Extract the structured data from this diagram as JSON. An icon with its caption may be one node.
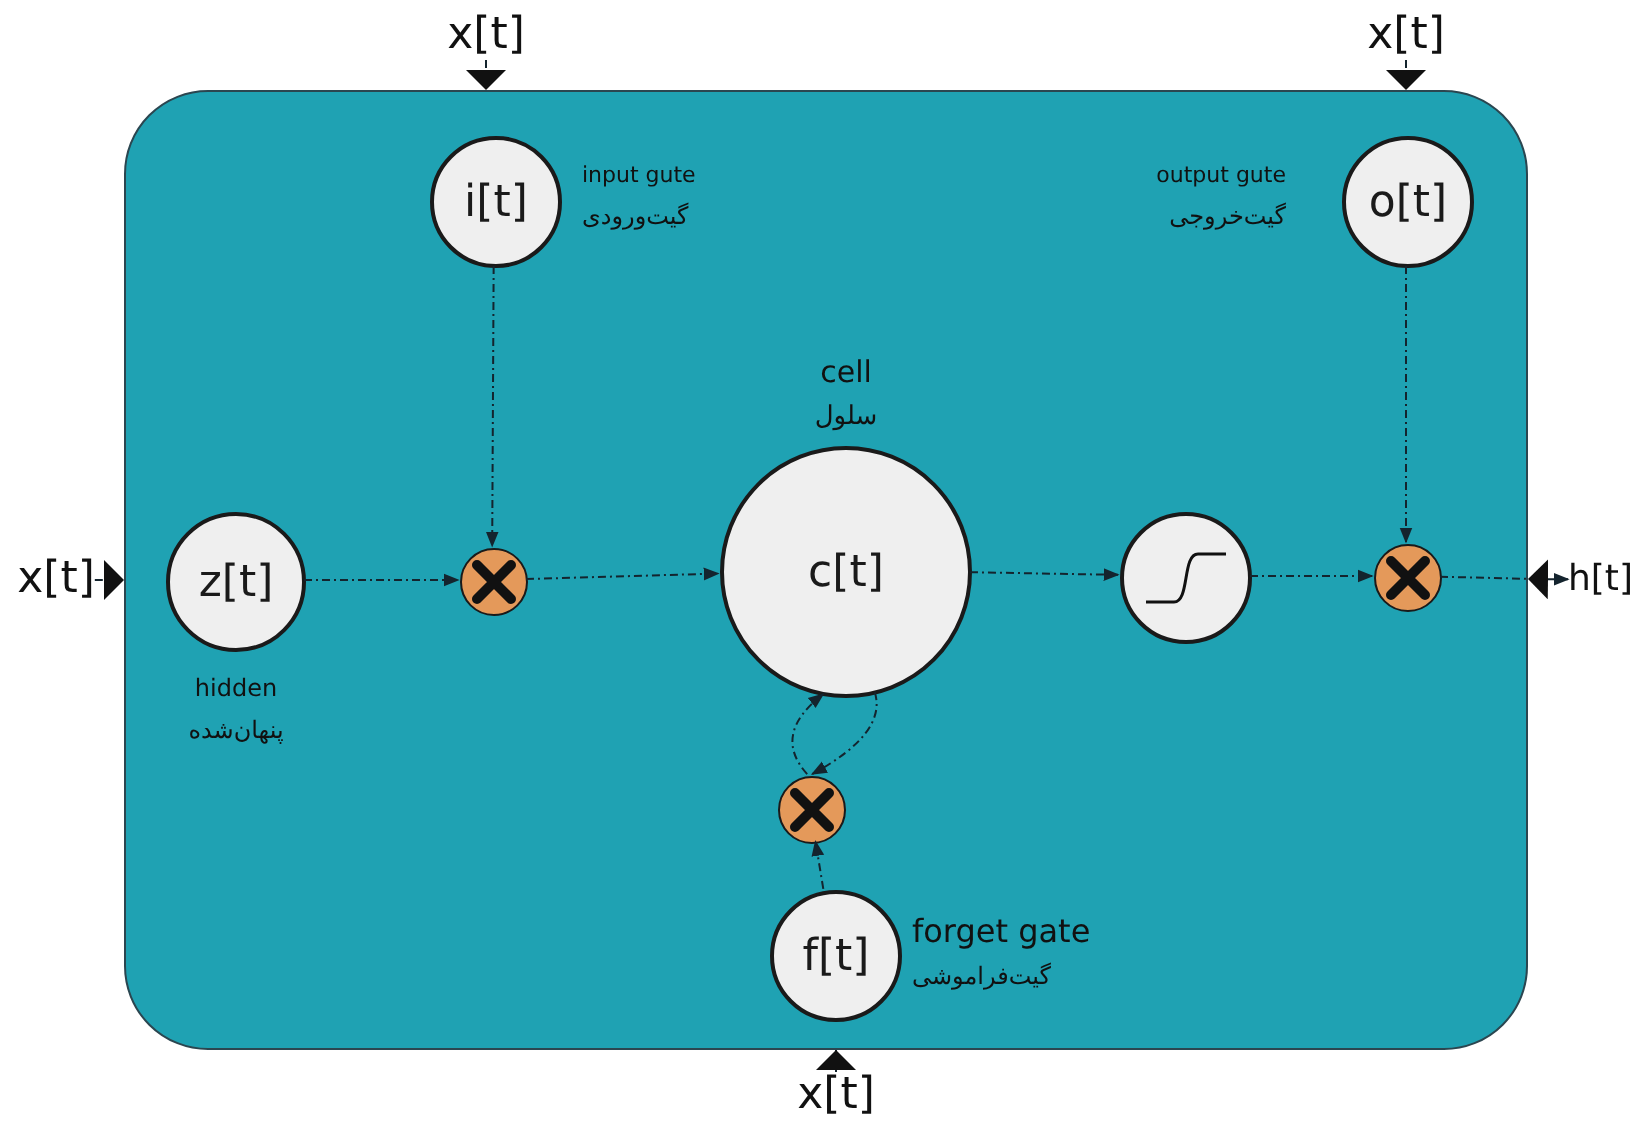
{
  "diagram": {
    "nodes": [
      {
        "text": [],
        "shape": "box"
      },
      {
        "text": [
          "x[t]"
        ]
      },
      {
        "text": [
          "x[t]"
        ]
      },
      {
        "text": [
          "i[t]"
        ],
        "beside": [
          "input gute",
          "گیت‌ورودی"
        ],
        "in": 0
      },
      {
        "text": [
          "o[t]"
        ],
        "beside": [
          "output gute",
          "گیت‌خروجی"
        ],
        "in": 0
      },
      {
        "text": [
          "c[t]"
        ],
        "beside": [
          "cell",
          "سلول"
        ],
        "in": 0
      },
      {
        "text": [
          "x[t]"
        ]
      },
      {
        "text": [
          "z[t]"
        ],
        "beside": [
          "hidden",
          "پنهان‌شده"
        ],
        "in": 0
      },
      {
        "text": [],
        "shape": "circle",
        "in": 0
      },
      {
        "text": [],
        "shape": "circle",
        "in": 0
      },
      {
        "text": [],
        "shape": "circle",
        "in": 0
      },
      {
        "text": [
          "h[t]"
        ]
      },
      {
        "text": [],
        "shape": "circle",
        "in": 0
      },
      {
        "text": [
          "f[t]"
        ],
        "beside": [
          "forget gate",
          "گیت‌فراموشی"
        ],
        "in": 0
      },
      {
        "text": [
          "x[t]"
        ]
      }
    ],
    "edges": [
      {
        "from": 1,
        "to": 0,
        "arrow": "to"
      },
      {
        "from": 2,
        "to": 0,
        "arrow": "to"
      },
      {
        "from": 6,
        "to": 0,
        "arrow": "to"
      },
      {
        "from": 7,
        "to": 8,
        "arrow": "to"
      },
      {
        "from": 3,
        "to": 8,
        "arrow": "to"
      },
      {
        "from": 8,
        "to": 5,
        "arrow": "to"
      },
      {
        "from": 5,
        "to": 9,
        "arrow": "to"
      },
      {
        "from": 9,
        "to": 10,
        "arrow": "to"
      },
      {
        "from": 4,
        "to": 10,
        "arrow": "to"
      },
      {
        "from": 10,
        "to": 11,
        "arrow": "to"
      },
      {
        "from": 5,
        "to": 12,
        "arrow": "to"
      },
      {
        "from": 12,
        "to": 5,
        "arrow": "to"
      },
      {
        "from": 13,
        "to": 12,
        "arrow": "to"
      },
      {
        "from": 14,
        "to": 0,
        "arrow": "to"
      }
    ]
  }
}
